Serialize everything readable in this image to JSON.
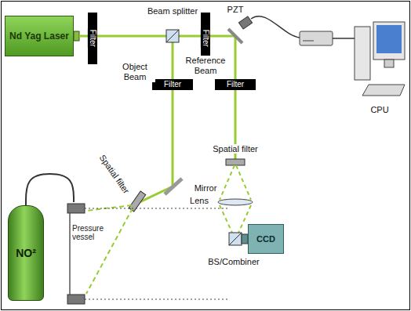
{
  "diagram": {
    "nodes": [
      {
        "text": [
          "Nd Yag Laser"
        ]
      },
      {
        "text": [
          "NO²"
        ]
      },
      {
        "text": [
          "Pressure vessel"
        ]
      },
      {
        "text": [
          "CCD"
        ]
      }
    ],
    "edges": [
      {
        "from": 1,
        "to": 2,
        "arrow": "none"
      }
    ],
    "labels": [
      "Filter",
      "Beam splitter",
      "Filter",
      "PZT",
      "CPU",
      "Object Beam",
      "Reference Beam",
      "Filter",
      "Filter",
      "Mirror",
      "Spatial filter",
      "Spatial filter",
      "Lens",
      "BS/Combiner"
    ]
  }
}
